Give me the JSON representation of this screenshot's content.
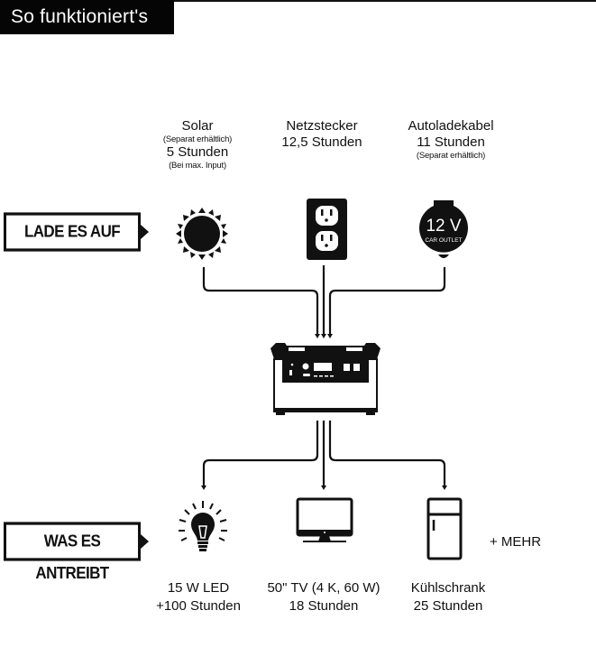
{
  "header": {
    "title": "So funktioniert's"
  },
  "sections": {
    "charge": {
      "label": "LADE ES AUF"
    },
    "power": {
      "label": "WAS ES ANTREIBT"
    }
  },
  "sources": [
    {
      "name": "Solar",
      "note_top": "(Separat erhältlich)",
      "duration": "5 Stunden",
      "note_bottom": "(Bei max. Input)",
      "icon": "sun-icon"
    },
    {
      "name": "Netzstecker",
      "duration": "12,5 Stunden",
      "icon": "wall-outlet-icon"
    },
    {
      "name": "Autoladekabel",
      "duration": "11 Stunden",
      "note_bottom": "(Separat erhältlich)",
      "icon": "car-outlet-icon",
      "icon_text_main": "12 V",
      "icon_text_sub": "CAR OUTLET"
    }
  ],
  "device": {
    "icon": "power-station-icon"
  },
  "outputs": [
    {
      "name": "15 W LED",
      "duration": "+100 Stunden",
      "icon": "light-bulb-icon"
    },
    {
      "name": "50\" TV (4 K, 60 W)",
      "duration": "18 Stunden",
      "icon": "tv-icon"
    },
    {
      "name": "Kühlschrank",
      "duration": "25 Stunden",
      "icon": "fridge-icon"
    }
  ],
  "more": {
    "label": "+ MEHR"
  },
  "colors": {
    "ink": "#111111",
    "background": "#ffffff"
  }
}
